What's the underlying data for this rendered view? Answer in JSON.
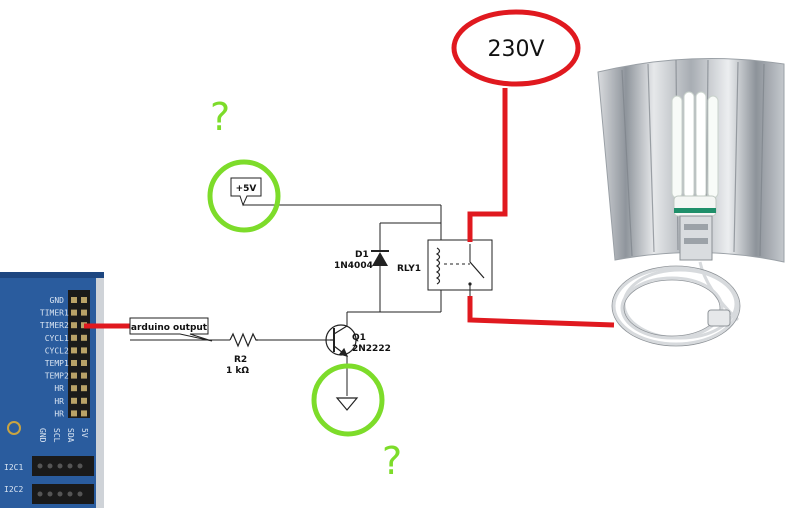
{
  "voltage_label": "230V",
  "supply_label": "+5V",
  "question_mark": "?",
  "arduino_output_label": "arduino output",
  "diode": {
    "ref": "D1",
    "part": "1N4004"
  },
  "relay": {
    "ref": "RLY1"
  },
  "transistor": {
    "ref": "Q1",
    "part": "2N2222"
  },
  "resistor": {
    "ref": "R2",
    "value": "1 kΩ"
  },
  "board": {
    "pins": [
      "GND",
      "TIMER",
      "TIMER",
      "CYCL",
      "CYCL",
      "TEMP",
      "TEMP",
      "HR",
      "HR",
      "HR"
    ],
    "pin_numbers": [
      "",
      "1",
      "2",
      "1",
      "2",
      "1",
      "2",
      "",
      "",
      ""
    ],
    "bottom_pins": [
      "GND",
      "SCL",
      "SDA",
      "5V"
    ],
    "connectors": [
      "I2C1",
      "I2C2"
    ]
  },
  "colors": {
    "highlight_red": "#e0191f",
    "highlight_green": "#7ddc2a",
    "board_blue": "#2a5c9e",
    "wire": "#222222"
  }
}
